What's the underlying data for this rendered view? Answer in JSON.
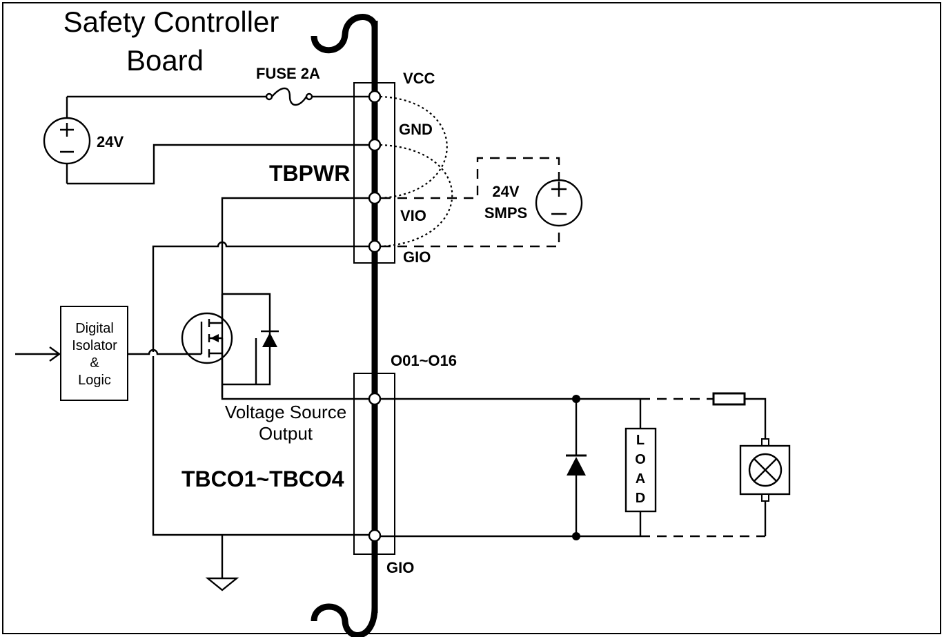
{
  "labels": {
    "board_title_line1": "Safety Controller",
    "board_title_line2": "Board",
    "fuse": "FUSE 2A",
    "source_24v": "24V",
    "vcc": "VCC",
    "gnd": "GND",
    "tbpwr": "TBPWR",
    "vio": "VIO",
    "gio_top": "GIO",
    "smps_line1": "24V",
    "smps_line2": "SMPS",
    "isolator_line1": "Digital",
    "isolator_line2": "Isolator",
    "isolator_line3": "&",
    "isolator_line4": "Logic",
    "outputs": "O01~O16",
    "vso_line1": "Voltage Source",
    "vso_line2": "Output",
    "tbco": "TBCO1~TBCO4",
    "load_letters": [
      "L",
      "O",
      "A",
      "D"
    ],
    "gio_bottom": "GIO"
  }
}
